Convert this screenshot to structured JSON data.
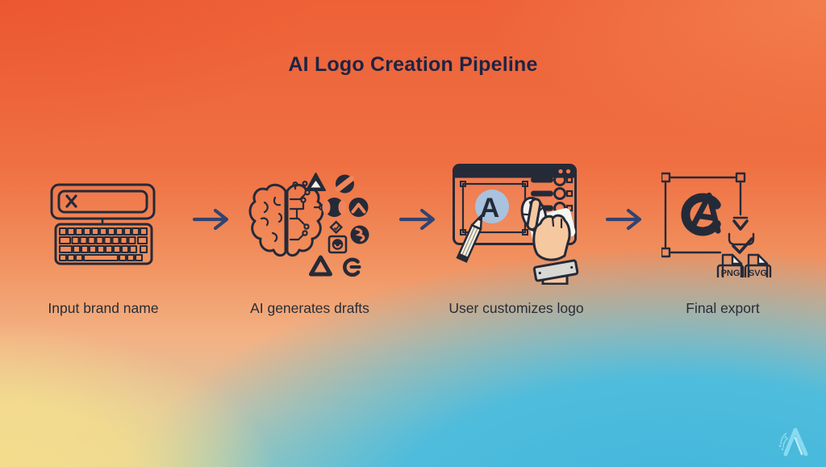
{
  "title": "AI Logo Creation Pipeline",
  "steps": [
    {
      "id": "input",
      "label": "Input brand name"
    },
    {
      "id": "drafts",
      "label": "AI generates drafts"
    },
    {
      "id": "customize",
      "label": "User customizes logo"
    },
    {
      "id": "export",
      "label": "Final export"
    }
  ],
  "canvas_logo_letter": "A",
  "export_file_labels": {
    "png": "PNG",
    "svg": "SVG"
  },
  "colors": {
    "ink": "#252a38",
    "title_text": "#1d2444",
    "label_text": "#272d36",
    "arrow": "#33436f",
    "bg_top_orange": "#ee6138",
    "bg_bottom_yellow": "#f6dd8c",
    "bg_bottom_cyan": "#4fbcdc",
    "canvas_circle_blue": "#a9c2dd",
    "hand_skin": "#f6c89f",
    "watermark_cyan": "#8fdef4"
  }
}
